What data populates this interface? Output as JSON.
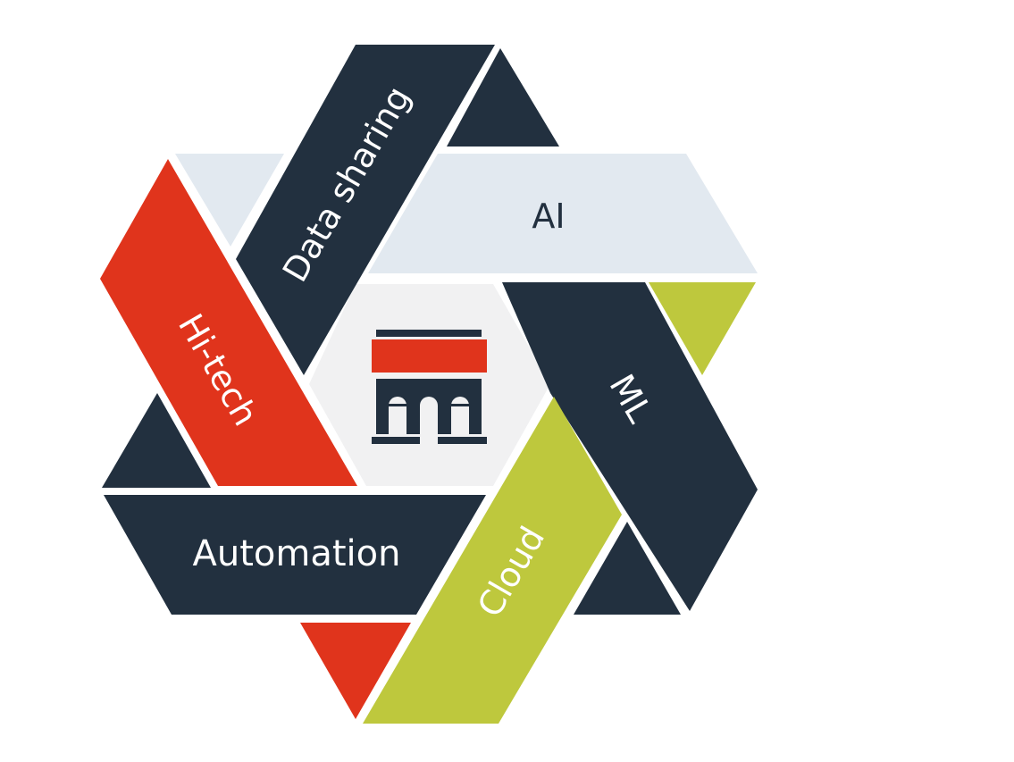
{
  "diagram": {
    "type": "hexagram-ribbon",
    "center_icon": "building-arch-icon",
    "colors": {
      "navy": "#22303f",
      "red": "#e0341c",
      "lime": "#bec83d",
      "light_blue": "#e2e9f0",
      "center_gray": "#f1f1f2",
      "white": "#ffffff"
    },
    "segments": [
      {
        "id": "data-sharing",
        "label": "Data sharing",
        "color": "#22303f",
        "text_color": "#ffffff"
      },
      {
        "id": "ai",
        "label": "AI",
        "color": "#e2e9f0",
        "text_color": "#22303f"
      },
      {
        "id": "ml",
        "label": "ML",
        "color": "#22303f",
        "text_color": "#ffffff"
      },
      {
        "id": "cloud",
        "label": "Cloud",
        "color": "#bec83d",
        "text_color": "#ffffff"
      },
      {
        "id": "automation",
        "label": "Automation",
        "color": "#22303f",
        "text_color": "#ffffff"
      },
      {
        "id": "hi-tech",
        "label": "Hi-tech",
        "color": "#e0341c",
        "text_color": "#ffffff"
      }
    ]
  }
}
